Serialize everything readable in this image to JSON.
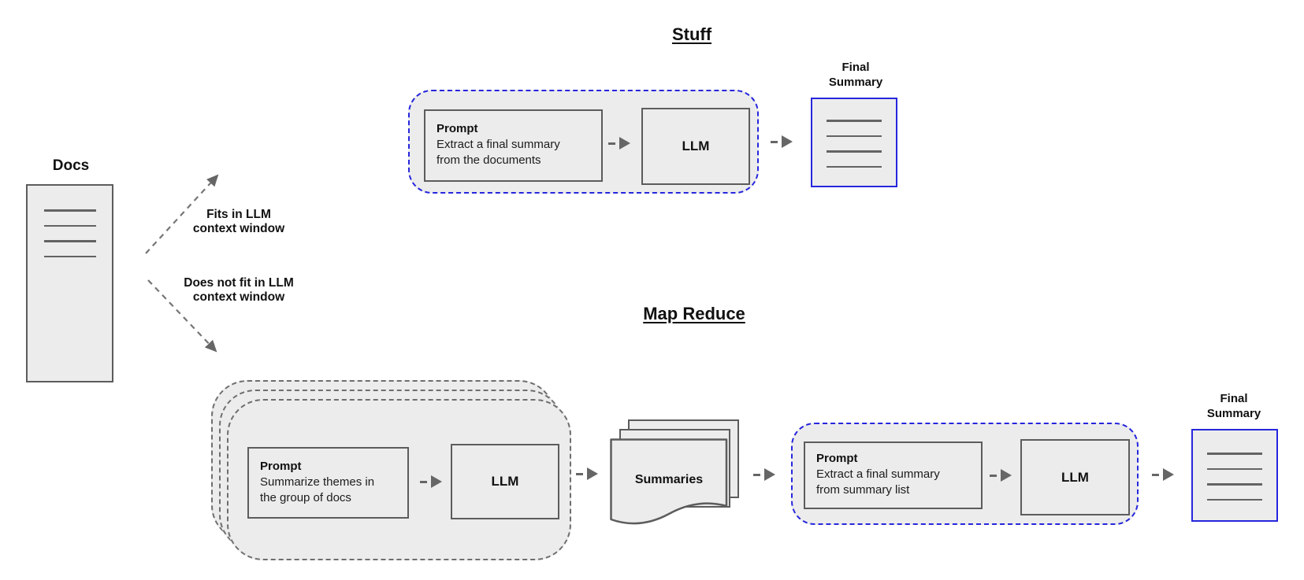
{
  "docs": {
    "label": "Docs",
    "branch_fits_line1": "Fits in LLM",
    "branch_fits_line2": "context window",
    "branch_nofit_line1": "Does not fit in LLM",
    "branch_nofit_line2": "context window"
  },
  "stuff": {
    "title": "Stuff",
    "prompt_title": "Prompt",
    "prompt_line1": "Extract a final summary",
    "prompt_line2": "from the documents",
    "llm_label": "LLM",
    "final_label_line1": "Final",
    "final_label_line2": "Summary"
  },
  "map_reduce": {
    "title": "Map Reduce",
    "map_prompt_title": "Prompt",
    "map_prompt_line1": "Summarize themes in",
    "map_prompt_line2": "the group of docs",
    "map_llm_label": "LLM",
    "summaries_label": "Summaries",
    "reduce_prompt_title": "Prompt",
    "reduce_prompt_line1": "Extract a final summary",
    "reduce_prompt_line2": "from summary list",
    "reduce_llm_label": "LLM",
    "final_label_line1": "Final",
    "final_label_line2": "Summary"
  },
  "colors": {
    "accent_blue": "#2626dd",
    "container_fill": "#ececec",
    "box_border": "#5c5c5c",
    "dashed_gray": "#6e6e6e",
    "arrow_gray": "#666666",
    "text": "#111111"
  }
}
